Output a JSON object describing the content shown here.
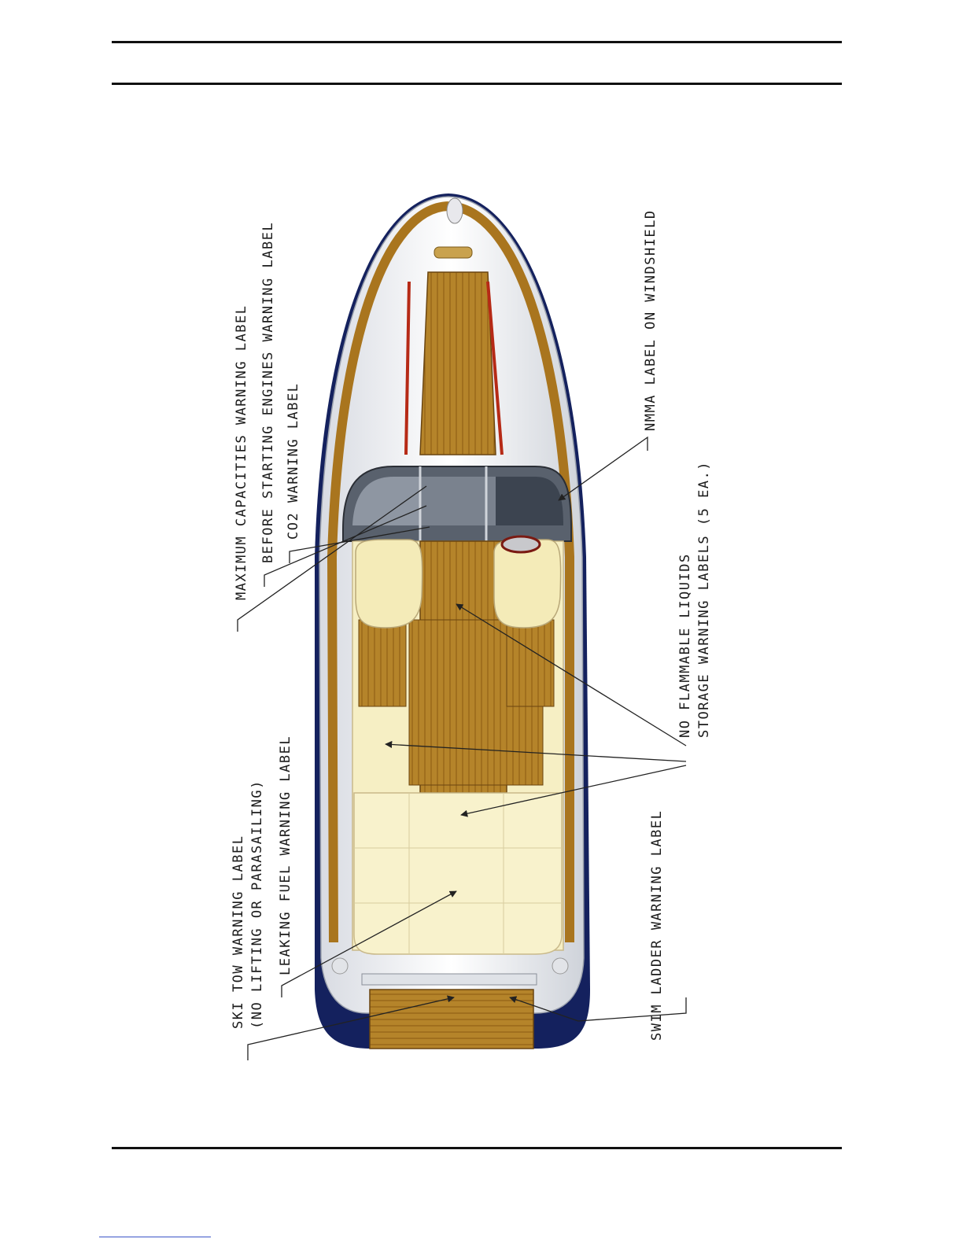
{
  "diagram": {
    "labels": {
      "max_capacities": "MAXIMUM CAPACITIES WARNING LABEL",
      "before_starting": "BEFORE STARTING ENGINES WARNING LABEL",
      "co2": "CO2 WARNING LABEL",
      "nmma": "NMMA LABEL ON WINDSHIELD",
      "no_flammable_1": "NO FLAMMABLE LIQUIDS",
      "no_flammable_2": "STORAGE WARNING LABELS (5 EA.)",
      "ski_tow_1": "SKI TOW WARNING LABEL",
      "ski_tow_2": "(NO LIFTING OR PARASAILING)",
      "leaking_fuel": "LEAKING FUEL WARNING LABEL",
      "swim_ladder": "SWIM LADDER WARNING LABEL"
    },
    "colors": {
      "teak": "#b5842a",
      "teak_dark": "#8a5a12",
      "hull_white": "#f4f4f6",
      "cushion": "#f6efc4",
      "navy": "#14215e",
      "glass": "#3c4450",
      "red_stripe": "#b62a16"
    }
  }
}
